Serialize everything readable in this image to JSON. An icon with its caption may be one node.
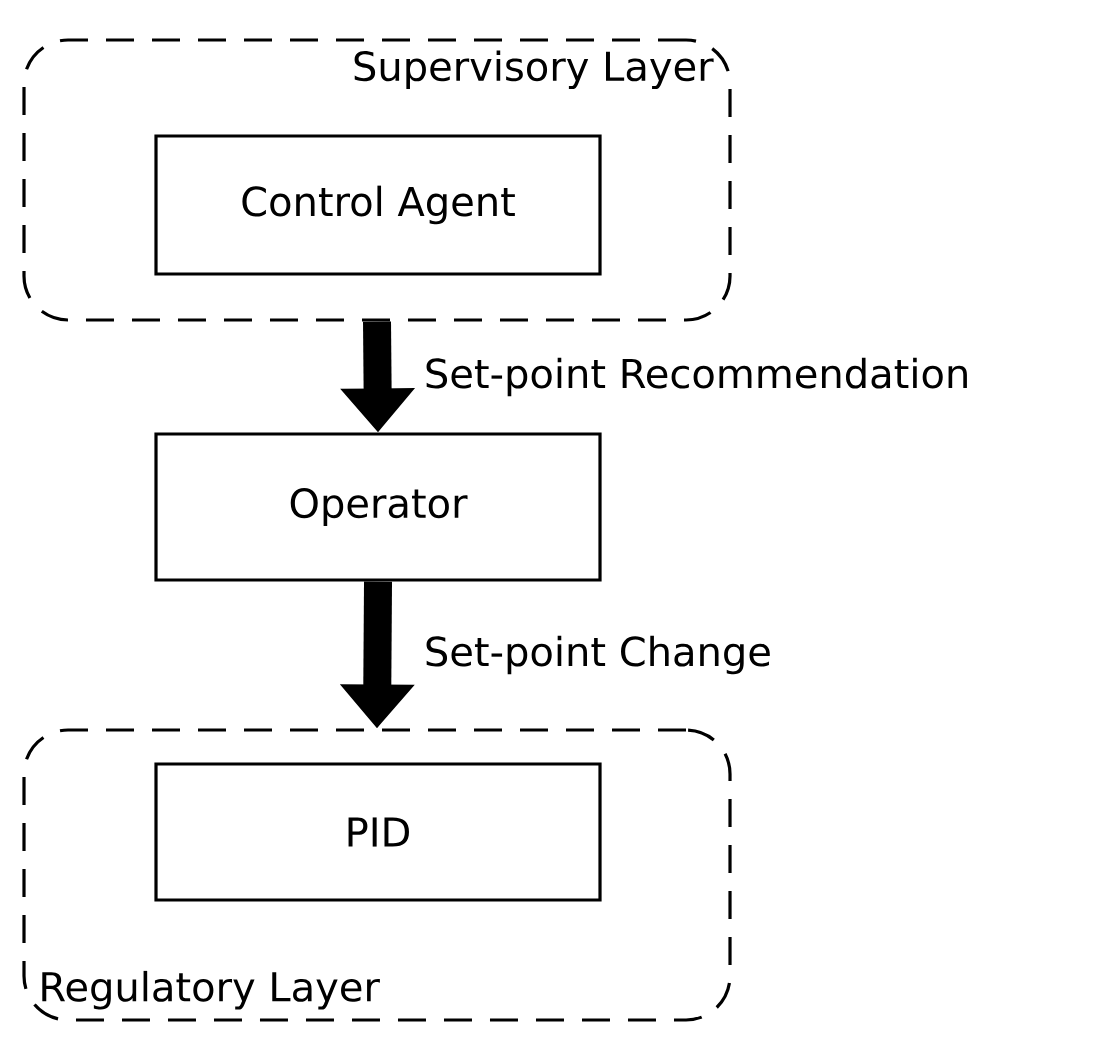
{
  "diagram": {
    "nodes": [
      {
        "text": [
          "Supervisory Layer"
        ]
      },
      {
        "text": [
          "Control Agent"
        ],
        "in": 0
      },
      {
        "text": [
          "Operator"
        ]
      },
      {
        "text": [
          "Regulatory Layer"
        ]
      },
      {
        "text": [
          "PID"
        ],
        "in": 3
      }
    ],
    "edges": [
      {
        "from": 0,
        "to": 2,
        "arrow": "to",
        "label": "Set-point Recommendation"
      },
      {
        "from": 2,
        "to": 3,
        "arrow": "to",
        "label": "Set-point Change"
      }
    ]
  }
}
